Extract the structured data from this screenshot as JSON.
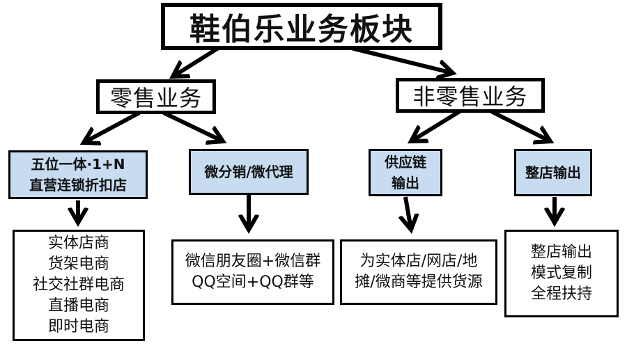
{
  "title": "鞋伯乐业务板块",
  "categories": {
    "retail": "零售业务",
    "non_retail": "非零售业务"
  },
  "retail_modes": [
    {
      "lines": [
        "五位一体·1+N",
        "直营连锁折扣店"
      ]
    },
    {
      "lines": [
        "微分销/微代理"
      ]
    }
  ],
  "non_retail_modes": [
    {
      "lines": [
        "供应链",
        "输出"
      ]
    },
    {
      "lines": [
        "整店输出"
      ]
    }
  ],
  "details": [
    {
      "lines": [
        "实体店商",
        "货架电商",
        "社交社群电商",
        "直播电商",
        "即时电商"
      ]
    },
    {
      "lines": [
        "微信朋友圈+微信群",
        "QQ空间+QQ群等"
      ]
    },
    {
      "lines": [
        "为实体店/网店/地",
        "摊/微商等提供货源"
      ]
    },
    {
      "lines": [
        "整店输出",
        "模式复制",
        "全程扶持"
      ]
    }
  ],
  "colors": {
    "border": "#000000",
    "mode_box_fill": "#c7dcf0",
    "arrow": "#000000"
  }
}
